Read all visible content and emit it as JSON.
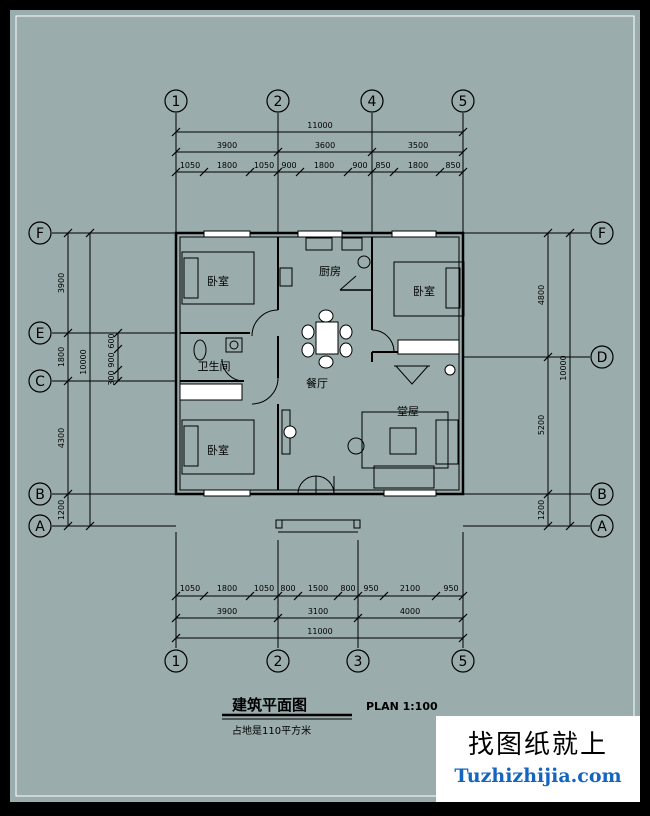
{
  "colors": {
    "background": "#9aacac",
    "line": "#000000",
    "frame": "#ffffff",
    "watermark_en": "#1565c0"
  },
  "axes": {
    "top": [
      "1",
      "2",
      "4",
      "5"
    ],
    "bottom": [
      "1",
      "2",
      "3",
      "5"
    ],
    "left": [
      "F",
      "E",
      "C",
      "B",
      "A"
    ],
    "right": [
      "F",
      "D",
      "B",
      "A"
    ]
  },
  "dimensions": {
    "top_total": "11000",
    "top_mid": [
      "3900",
      "3600",
      "3500"
    ],
    "top_detail": [
      "1050",
      "1800",
      "1050",
      "900",
      "1800",
      "900",
      "850",
      "1800",
      "850"
    ],
    "bottom_detail": [
      "1050",
      "1800",
      "1050",
      "800",
      "1500",
      "800",
      "950",
      "2100",
      "950"
    ],
    "bottom_mid": [
      "3900",
      "3100",
      "4000"
    ],
    "bottom_total": "11000",
    "left_outer": [
      "3900",
      "1800",
      "4300",
      "1200"
    ],
    "left_total": "10000",
    "left_inner": [
      "600",
      "900",
      "300"
    ],
    "right_outer": [
      "4800",
      "5200",
      "1200"
    ],
    "right_total": "10000"
  },
  "rooms": {
    "bedroom_nw": "卧室",
    "kitchen": "厨房",
    "bedroom_ne": "卧室",
    "bathroom": "卫生间",
    "dining": "餐厅",
    "living": "堂屋",
    "bedroom_sw": "卧室"
  },
  "title": {
    "main": "建筑平面图",
    "scale": "PLAN 1:100",
    "area": "占地是110平方米"
  },
  "watermark": {
    "cn": "找图纸就上",
    "en": "Tuzhizhijia.com"
  }
}
